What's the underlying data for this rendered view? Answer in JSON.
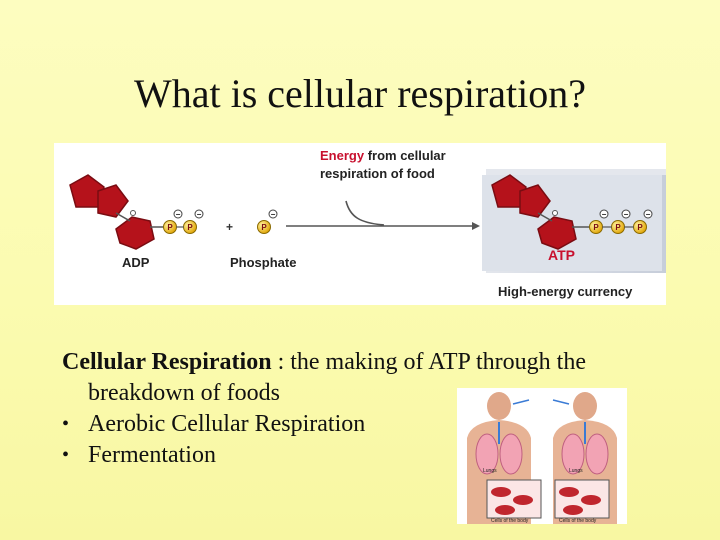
{
  "slide": {
    "title": "What is cellular respiration?"
  },
  "diagram": {
    "adp_label": "ADP",
    "phosphate_label": "Phosphate",
    "plus": "+",
    "energy_word": "Energy",
    "energy_rest": " from cellular respiration of food",
    "atp_label": "ATP",
    "currency_label": "High-energy currency",
    "phosphate_symbol": "P",
    "charge_symbol": "−",
    "colors": {
      "sugar_base": "#b5121b",
      "phosphate_ball": "#f2b705",
      "arrow_panel": "#d8dde6",
      "accent_red": "#c8102e"
    }
  },
  "content": {
    "definition_term": "Cellular Respiration",
    "definition_text": " : the making of ATP through the breakdown of foods",
    "bullets": [
      "Aerobic Cellular Respiration",
      "Fermentation"
    ],
    "bullet_symbol": "•"
  },
  "illustration": {
    "lungs_label": "Lungs",
    "cells_label": "Cells of the body"
  }
}
